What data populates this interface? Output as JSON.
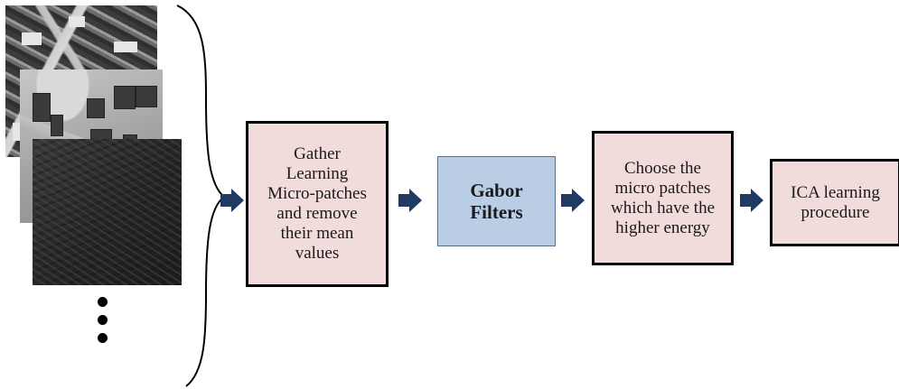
{
  "diagram": {
    "input_images": [
      "aerial-urban-image",
      "aerial-building-image",
      "texture-image"
    ],
    "ellipsis": "⋮",
    "steps": [
      {
        "id": "gather",
        "label": "Gather\nLearning\nMicro-patches\nand remove\ntheir mean\nvalues"
      },
      {
        "id": "gabor",
        "label": "Gabor\nFilters"
      },
      {
        "id": "choose",
        "label": "Choose the\nmicro patches\nwhich have the\nhigher energy"
      },
      {
        "id": "ica",
        "label": "ICA learning\nprocedure"
      }
    ],
    "colors": {
      "step_fill": "#f2dcdb",
      "filter_fill": "#b9cde5",
      "arrow": "#1f3b63"
    }
  }
}
